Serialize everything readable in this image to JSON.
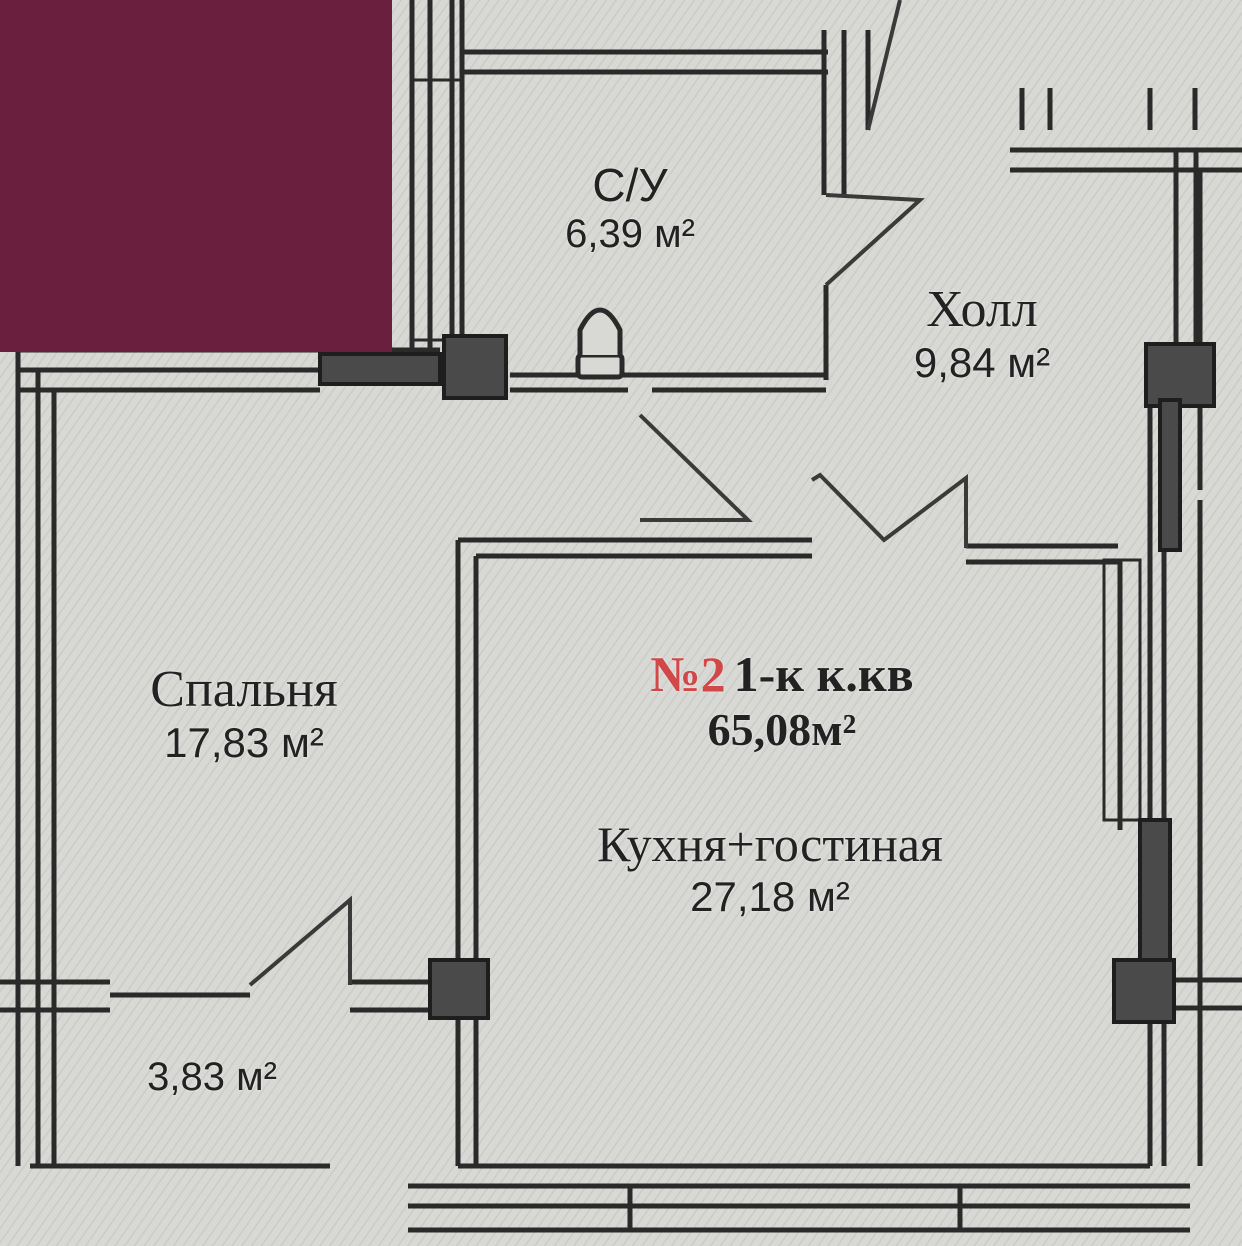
{
  "plan": {
    "colors": {
      "background": "#d6d6d3",
      "wall": "#2a2a2a",
      "pillar": "#4a4a4a",
      "redaction": "#6b1f3f",
      "accent": "#d04848"
    },
    "rooms": {
      "bathroom": {
        "name": "С/У",
        "area": "6,39 м²"
      },
      "hall": {
        "name": "Холл",
        "area": "9,84 м²"
      },
      "bedroom": {
        "name": "Спальня",
        "area": "17,83 м²"
      },
      "balcony": {
        "area": "3,83 м²"
      },
      "kitchen": {
        "name": "Кухня+гостиная",
        "area": "27,18 м²"
      }
    },
    "apartment": {
      "number": "№2",
      "type": "1-к к.кв",
      "total_area": "65,08м²"
    }
  }
}
